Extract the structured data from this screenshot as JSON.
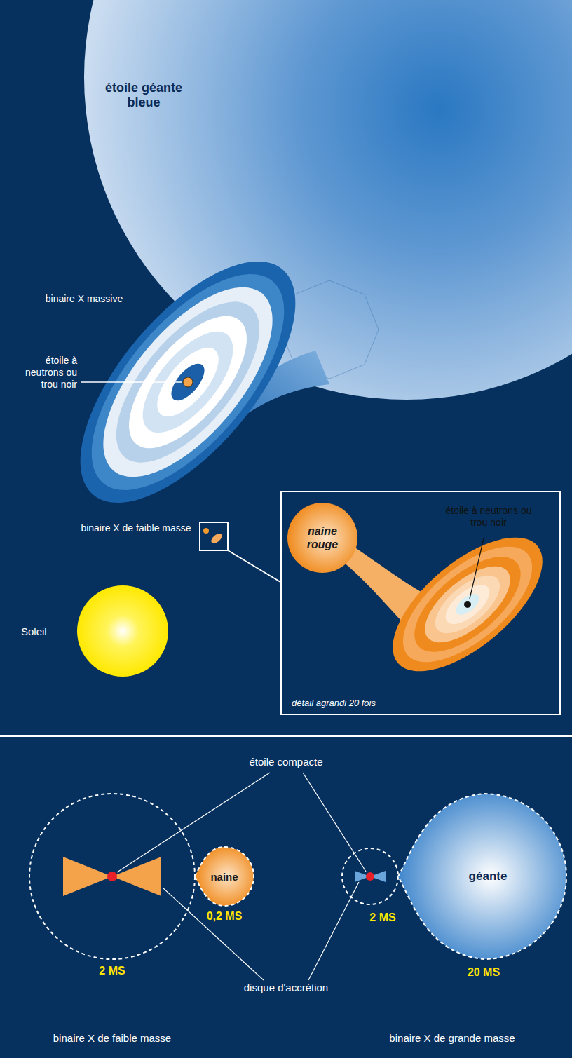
{
  "diagram": {
    "nodes": [
      {
        "text": [
          "étoile géante bleue"
        ]
      },
      {
        "text": [
          "détail agrandi 20 fois"
        ]
      },
      {
        "text": [
          "naine rouge"
        ],
        "in": 1
      },
      {
        "text": [
          "Soleil"
        ]
      },
      {
        "text": [
          "naine"
        ]
      },
      {
        "text": [
          "géante"
        ]
      }
    ],
    "labels": [
      "binaire X massive",
      "étoile à neutrons ou trou noir",
      "binaire X de faible masse",
      "étoile à neutrons ou trou noir",
      "étoile compacte",
      "0,2 MS",
      "2 MS",
      "2 MS",
      "20 MS",
      "disque d'accrétion",
      "binaire X de faible masse",
      "binaire X de grande masse"
    ]
  }
}
